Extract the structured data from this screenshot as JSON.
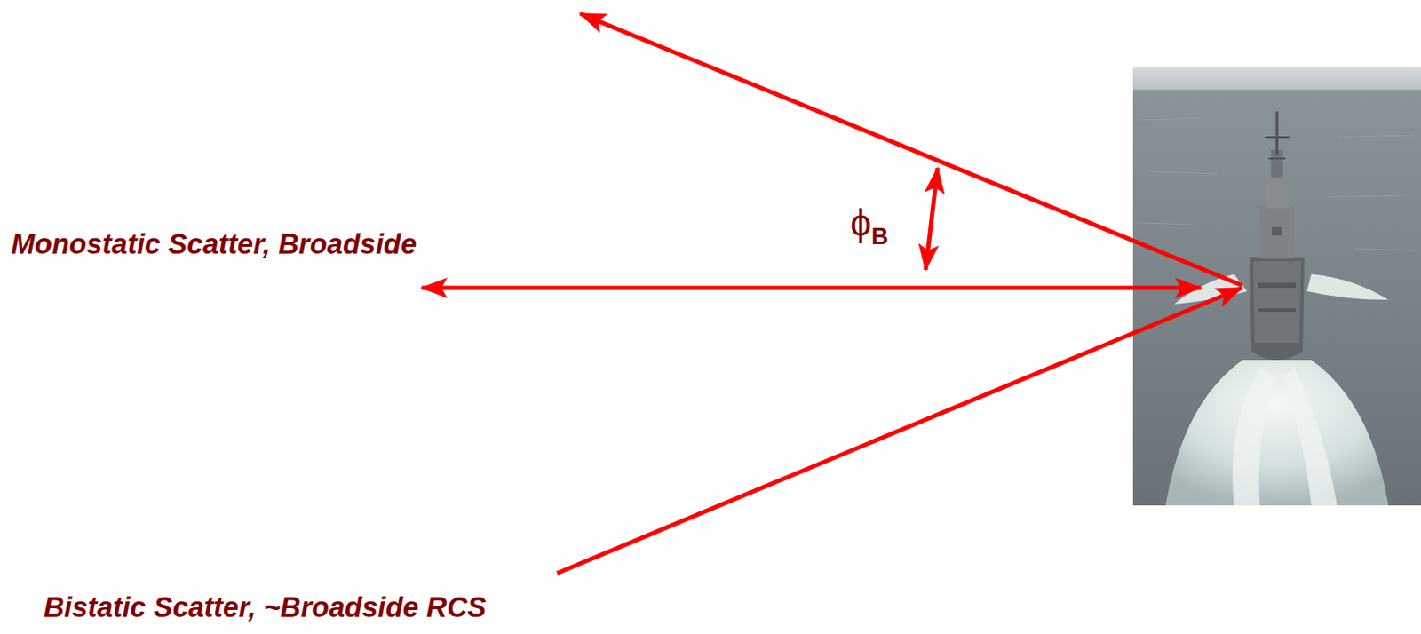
{
  "diagram": {
    "labels": [
      "ϕB",
      "Monostatic Scatter, Broadside",
      "Bistatic Scatter, ~Broadside RCS"
    ]
  }
}
